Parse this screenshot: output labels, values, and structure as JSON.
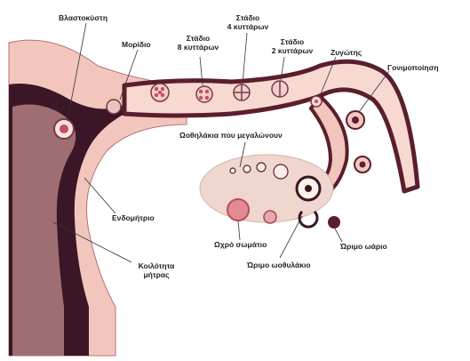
{
  "diagram": {
    "labels": {
      "blastocyst": "Βλαστοκύστη",
      "morula": "Μορίδιο",
      "stage8_line1": "Στάδιο",
      "stage8_line2": "8 κυττάρων",
      "stage4_line1": "Στάδιο",
      "stage4_line2": "4 κυττάρων",
      "stage2_line1": "Στάδιο",
      "stage2_line2": "2 κυττάρων",
      "zygote": "Ζυγώτης",
      "fertilization": "Γονιμοποίηση",
      "growing_follicles": "Ωοθηλάκια που μεγαλώνουν",
      "endometrium": "Ενδομήτριο",
      "uterine_cavity_line1": "Κοιλότητα",
      "uterine_cavity_line2": "μήτρας",
      "corpus_luteum": "Ωχρό σωμάτιο",
      "mature_follicle": "Ώριμο ωοθυλάκιο",
      "mature_egg": "Ώριμο ωάριο"
    },
    "colors": {
      "uterus_wall": "#f3c6bd",
      "tube_inner": "#f7d9d2",
      "dark_tissue": "#3a1626",
      "outline": "#5a1e2c",
      "ovary": "#efd6cf",
      "cell": "#c74d61"
    }
  }
}
